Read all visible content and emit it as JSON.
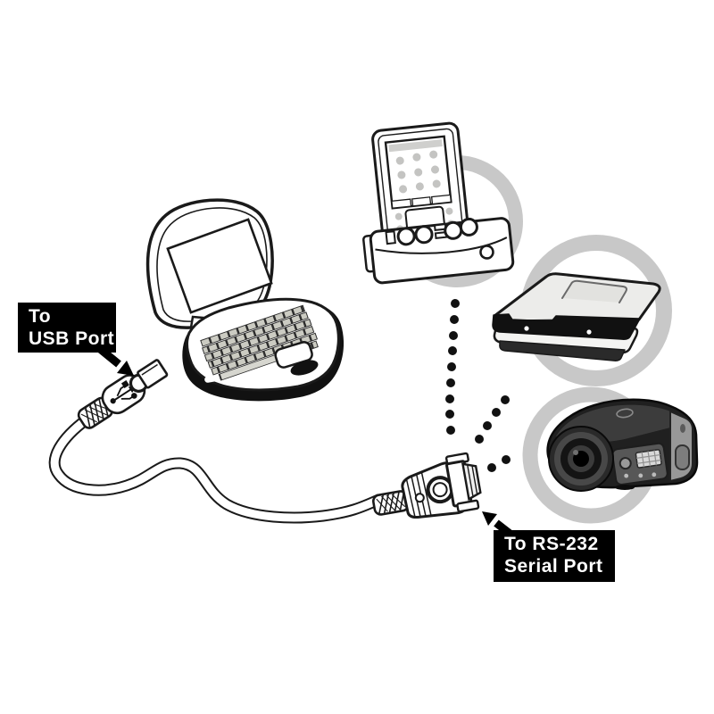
{
  "diagram": {
    "callouts": {
      "usb": {
        "line1": "To",
        "line2": "USB Port"
      },
      "rs232": {
        "line1": "To RS-232",
        "line2": "Serial Port"
      }
    },
    "devices": {
      "laptop": "laptop-computer",
      "pda": "handheld-pda-in-cradle",
      "drive": "portable-disk-drive",
      "camera": "digital-camera"
    },
    "connectors": {
      "cable": "usb-to-rs232-adapter-cable",
      "usb_connector": "usb-type-a-connector",
      "rs232_connector": "db9-serial-connector"
    },
    "colors": {
      "background": "#ffffff",
      "callout_bg": "#000000",
      "callout_text": "#ffffff",
      "ring": "#c8c8c8",
      "outline": "#1a1a1a",
      "key_gray": "#cbcbc2",
      "dot_black": "#111111"
    }
  }
}
